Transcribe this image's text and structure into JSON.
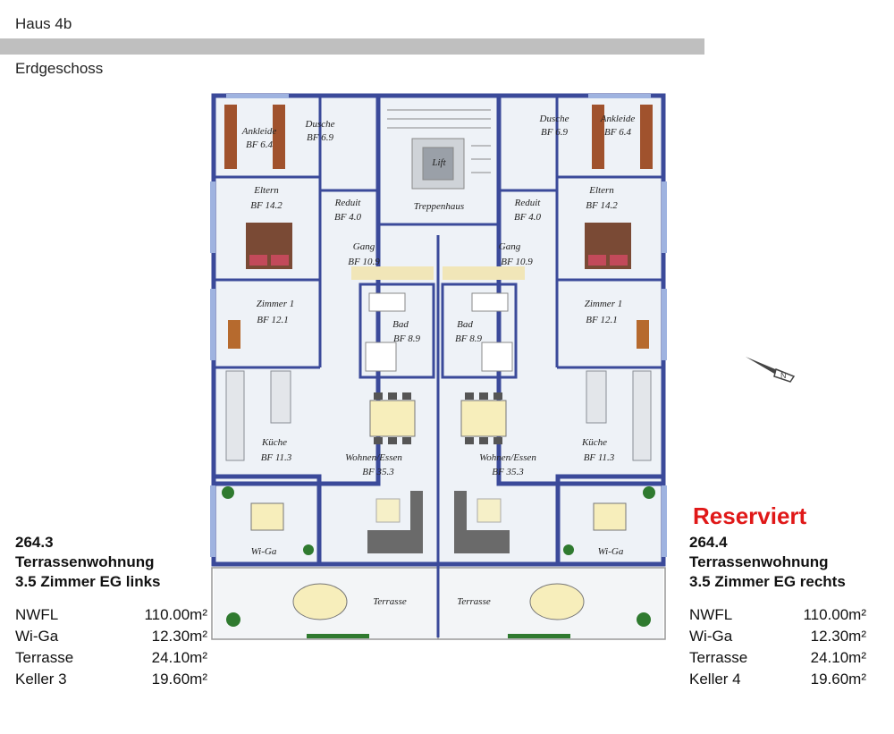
{
  "header": {
    "house": "Haus 4b",
    "floor": "Erdgeschoss"
  },
  "left_unit": {
    "number": "264.3",
    "type": "Terrassenwohnung",
    "desc": "3.5 Zimmer EG links",
    "areas": [
      {
        "label": "NWFL",
        "value": "110.00m²"
      },
      {
        "label": "Wi-Ga",
        "value": "12.30m²"
      },
      {
        "label": "Terrasse",
        "value": "24.10m²"
      },
      {
        "label": "Keller 3",
        "value": "19.60m²"
      }
    ]
  },
  "right_unit": {
    "status": "Reserviert",
    "number": "264.4",
    "type": "Terrassenwohnung",
    "desc": "3.5 Zimmer EG rechts",
    "areas": [
      {
        "label": "NWFL",
        "value": "110.00m²"
      },
      {
        "label": "Wi-Ga",
        "value": "12.30m²"
      },
      {
        "label": "Terrasse",
        "value": "24.10m²"
      },
      {
        "label": "Keller 4",
        "value": "19.60m²"
      }
    ]
  },
  "plan_labels": {
    "ankleide": "Ankleide",
    "ankleide_bf": "BF 6.4",
    "dusche": "Dusche",
    "dusche_bf": "BF 6.9",
    "lift": "Lift",
    "eltern": "Eltern",
    "eltern_bf": "BF 14.2",
    "reduit": "Reduit",
    "reduit_bf": "BF 4.0",
    "treppenhaus": "Treppenhaus",
    "gang": "Gang",
    "gang_bf": "BF 10.9",
    "zimmer": "Zimmer 1",
    "zimmer_bf": "BF 12.1",
    "bad": "Bad",
    "bad_bf": "BF 8.9",
    "kueche": "Küche",
    "kueche_bf": "BF 11.3",
    "wohnen": "Wohnen/Essen",
    "wohnen_bf": "BF 35.3",
    "wiga": "Wi-Ga",
    "terrasse": "Terrasse"
  },
  "colors": {
    "wall": "#3b4a9a",
    "window": "#9fb3e0",
    "floor": "#eef2f7",
    "wood": "#b66a2e",
    "wardrobe": "#a0522d",
    "reserved": "#e01818",
    "topbar": "#bfbfbf",
    "plant": "#2f7a2f"
  }
}
